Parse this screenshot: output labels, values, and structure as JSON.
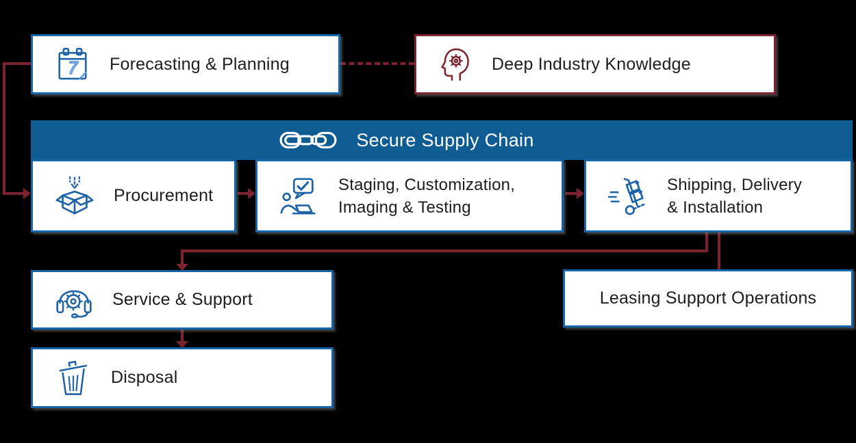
{
  "title": "Secure Supply Chain lifecycle diagram",
  "colors": {
    "background": "#000000",
    "box_background": "#ffffff",
    "blue_border": "#1566A9",
    "banner_blue": "#0E5C92",
    "maroon": "#7D2330",
    "text": "#1d1d1d",
    "icon_blue": "#1E64A6",
    "icon_light_blue": "#5B9BD5",
    "banner_text": "#ffffff"
  },
  "banner": {
    "label": "Secure Supply Chain",
    "icon": "chain-links-icon"
  },
  "nodes": {
    "forecasting": {
      "label": "Forecasting & Planning",
      "icon": "calendar-icon"
    },
    "knowledge": {
      "label": "Deep Industry Knowledge",
      "icon": "head-gear-icon"
    },
    "procurement": {
      "label": "Procurement",
      "icon": "open-box-icon"
    },
    "staging": {
      "line1": "Staging, Customization,",
      "line2": "Imaging & Testing",
      "icon": "person-laptop-icon"
    },
    "shipping": {
      "line1": "Shipping, Delivery",
      "line2": "& Installation",
      "icon": "hand-truck-icon"
    },
    "service": {
      "label": "Service & Support",
      "icon": "headset-gear-icon"
    },
    "leasing": {
      "label": "Leasing Support Operations"
    },
    "disposal": {
      "label": "Disposal",
      "icon": "trash-can-icon"
    }
  },
  "connections": [
    "forecasting -> procurement (solid maroon elbow, left side)",
    "forecasting -- knowledge (dashed maroon)",
    "procurement -> staging (solid maroon arrow)",
    "staging -> shipping (solid maroon arrow)",
    "shipping -> service (solid maroon elbow arrow)",
    "shipping -> leasing (solid maroon line)",
    "service -> disposal (solid maroon arrow)"
  ]
}
